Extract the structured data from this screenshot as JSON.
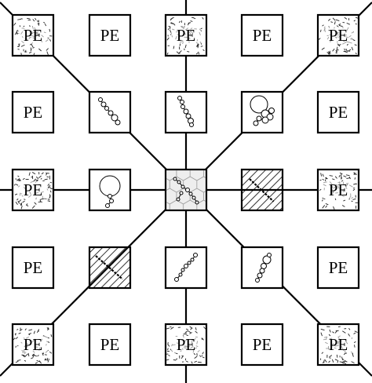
{
  "grid": {
    "rows": 5,
    "cols": 5,
    "cells": [
      {
        "row": 0,
        "col": 0,
        "kind": "pe",
        "label": "PE",
        "fill": "speckled"
      },
      {
        "row": 0,
        "col": 1,
        "kind": "pe",
        "label": "PE",
        "fill": "plain"
      },
      {
        "row": 0,
        "col": 2,
        "kind": "pe",
        "label": "PE",
        "fill": "speckled"
      },
      {
        "row": 0,
        "col": 3,
        "kind": "pe",
        "label": "PE",
        "fill": "plain"
      },
      {
        "row": 0,
        "col": 4,
        "kind": "pe",
        "label": "PE",
        "fill": "speckled"
      },
      {
        "row": 1,
        "col": 0,
        "kind": "pe",
        "label": "PE",
        "fill": "plain"
      },
      {
        "row": 1,
        "col": 1,
        "kind": "molecule",
        "fill": "plain"
      },
      {
        "row": 1,
        "col": 2,
        "kind": "molecule",
        "fill": "plain"
      },
      {
        "row": 1,
        "col": 3,
        "kind": "molecule",
        "fill": "plain"
      },
      {
        "row": 1,
        "col": 4,
        "kind": "pe",
        "label": "PE",
        "fill": "plain"
      },
      {
        "row": 2,
        "col": 0,
        "kind": "pe",
        "label": "PE",
        "fill": "speckled"
      },
      {
        "row": 2,
        "col": 1,
        "kind": "molecule",
        "fill": "plain"
      },
      {
        "row": 2,
        "col": 2,
        "kind": "molecule",
        "fill": "hex"
      },
      {
        "row": 2,
        "col": 3,
        "kind": "molecule",
        "fill": "hatched"
      },
      {
        "row": 2,
        "col": 4,
        "kind": "pe",
        "label": "PE",
        "fill": "speckled"
      },
      {
        "row": 3,
        "col": 0,
        "kind": "pe",
        "label": "PE",
        "fill": "plain"
      },
      {
        "row": 3,
        "col": 1,
        "kind": "molecule",
        "fill": "hatched"
      },
      {
        "row": 3,
        "col": 2,
        "kind": "molecule",
        "fill": "plain"
      },
      {
        "row": 3,
        "col": 3,
        "kind": "molecule",
        "fill": "plain"
      },
      {
        "row": 3,
        "col": 4,
        "kind": "pe",
        "label": "PE",
        "fill": "plain"
      },
      {
        "row": 4,
        "col": 0,
        "kind": "pe",
        "label": "PE",
        "fill": "speckled"
      },
      {
        "row": 4,
        "col": 1,
        "kind": "pe",
        "label": "PE",
        "fill": "plain"
      },
      {
        "row": 4,
        "col": 2,
        "kind": "pe",
        "label": "PE",
        "fill": "speckled"
      },
      {
        "row": 4,
        "col": 3,
        "kind": "pe",
        "label": "PE",
        "fill": "plain"
      },
      {
        "row": 4,
        "col": 4,
        "kind": "pe",
        "label": "PE",
        "fill": "speckled"
      }
    ]
  },
  "colors": {
    "stroke": "#000000",
    "background": "#ffffff",
    "center_fill": "#eeeeee"
  }
}
